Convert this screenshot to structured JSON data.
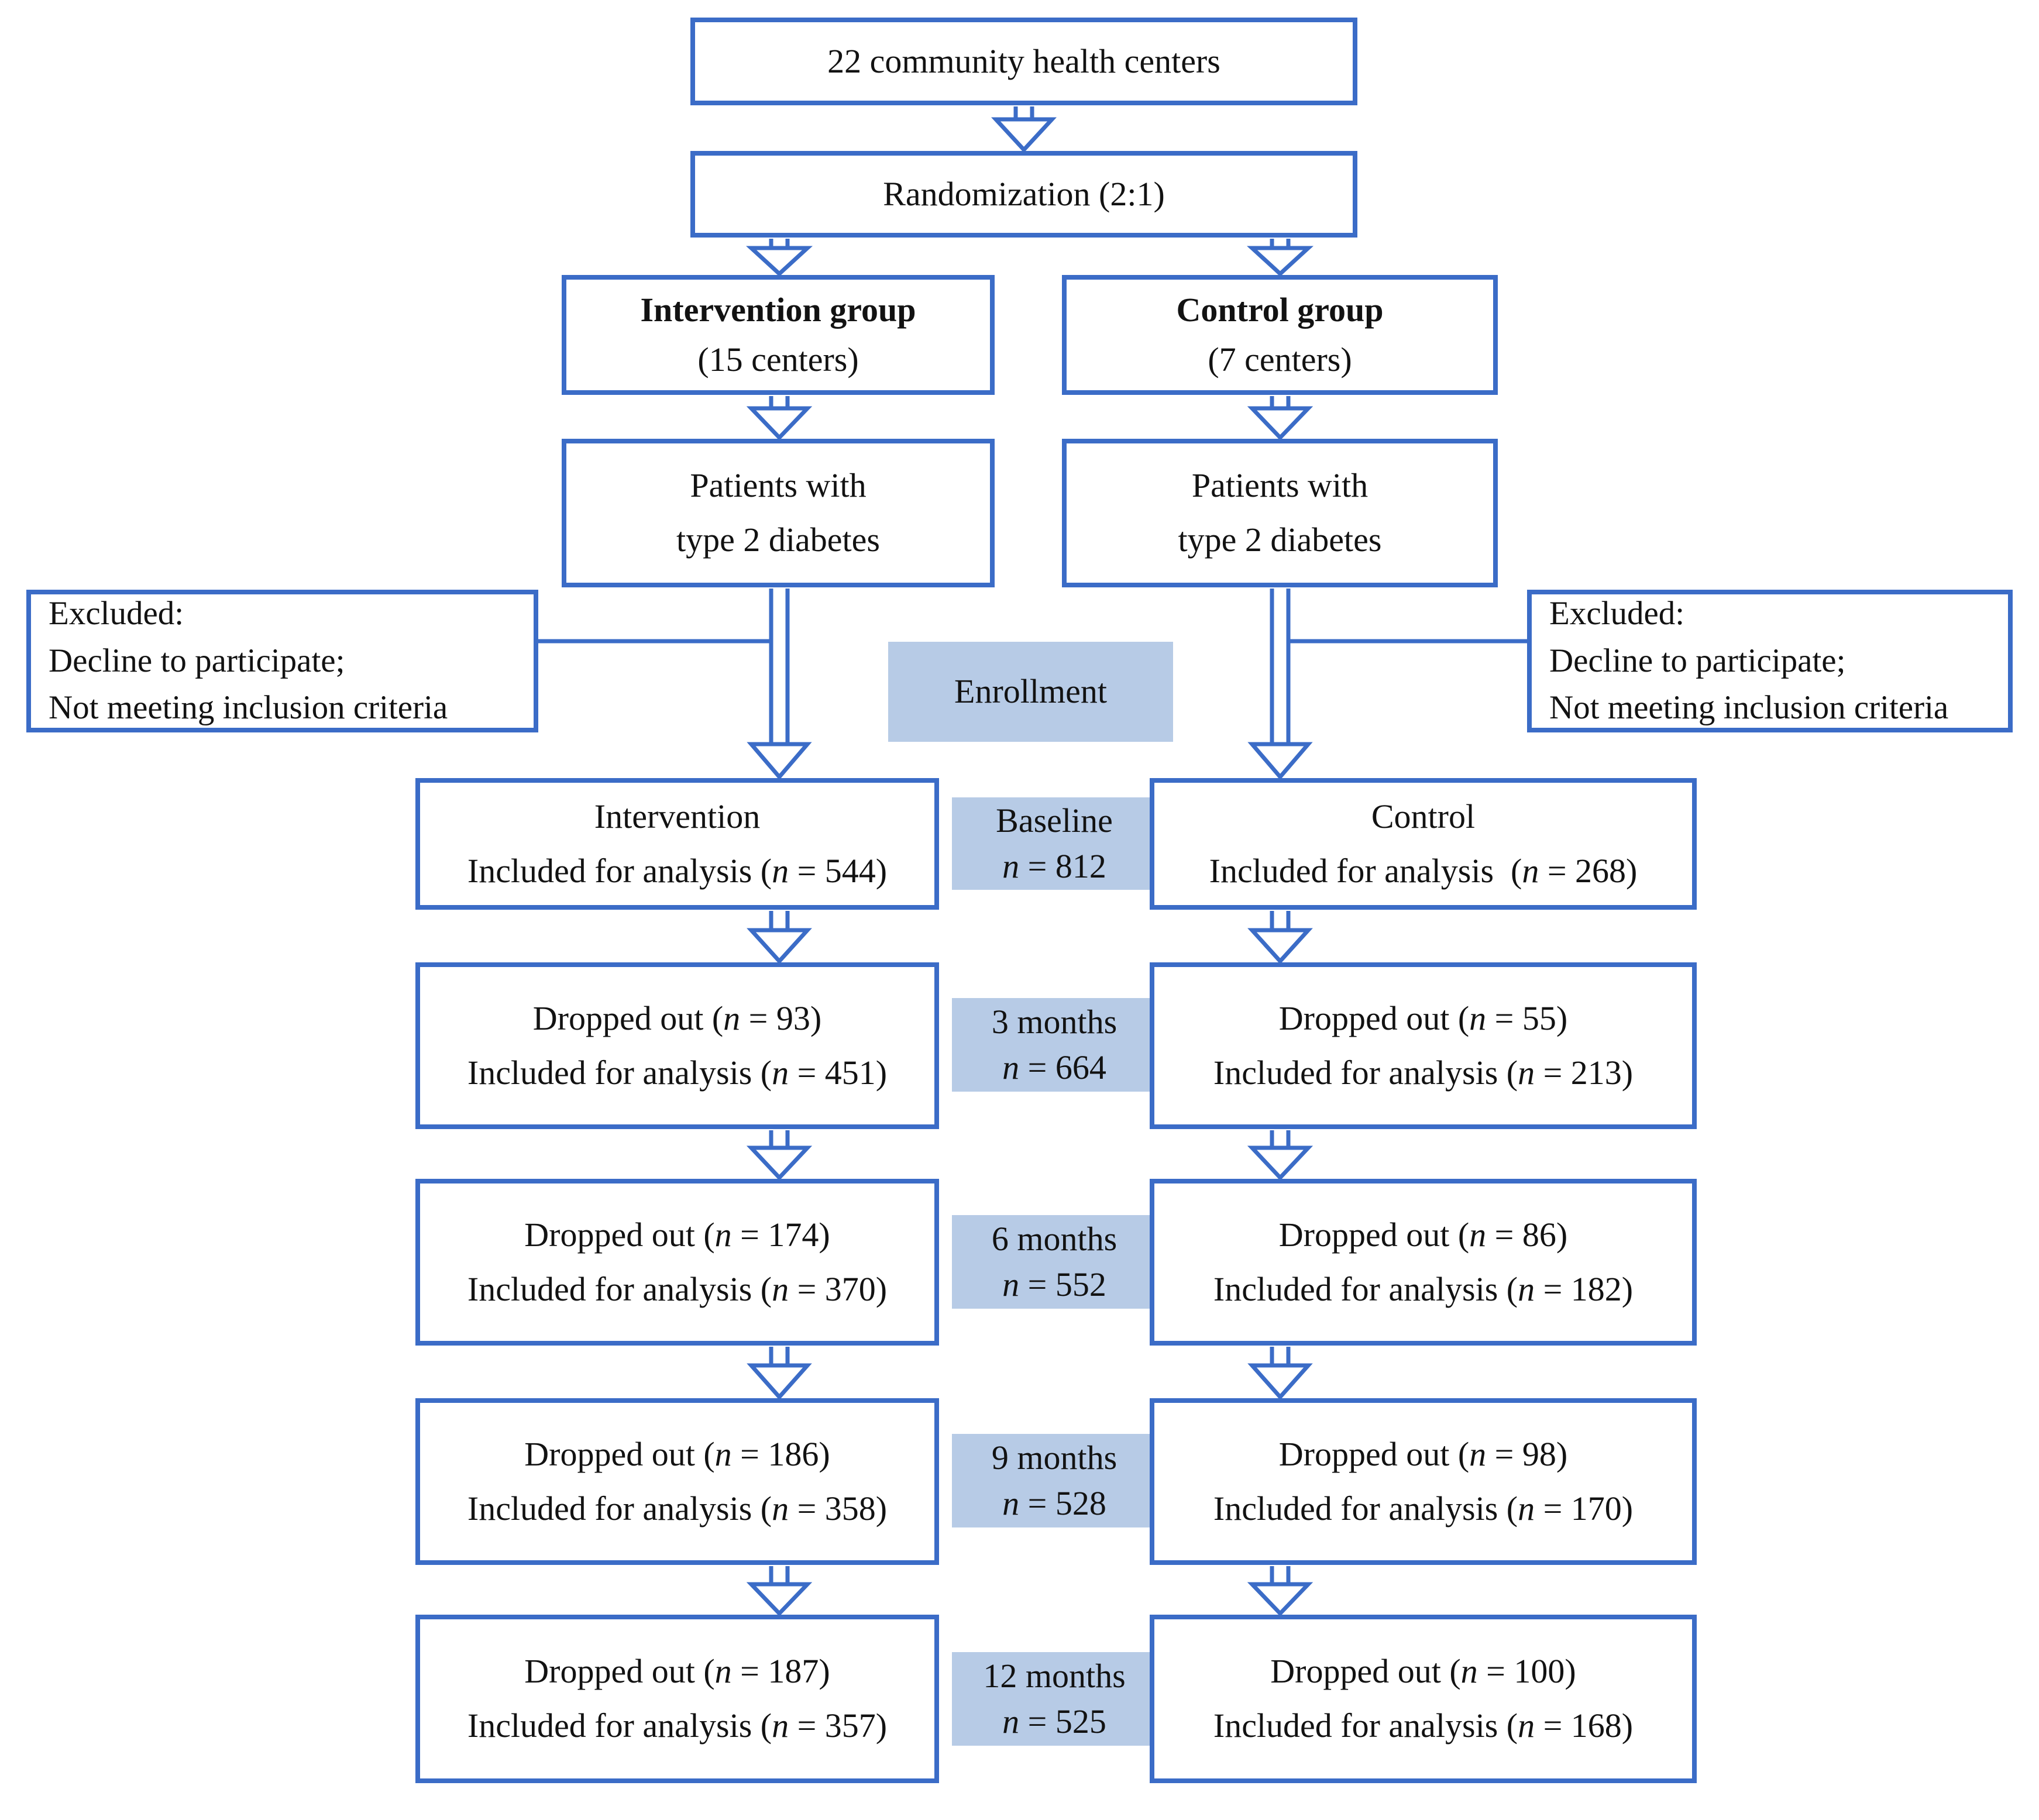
{
  "diagram": {
    "title_box": "22 community health centers",
    "randomization_box": "Randomization (2:1)",
    "intervention": {
      "title": "Intervention group",
      "centers": "(15 centers)",
      "patients_line1": "Patients with",
      "patients_line2": "type 2 diabetes"
    },
    "control": {
      "title": "Control group",
      "centers": "(7 centers)",
      "patients_line1": "Patients with",
      "patients_line2": "type 2 diabetes"
    },
    "excluded_left": {
      "line1": "Excluded:",
      "line2": "Decline to participate;",
      "line3": "Not meeting inclusion criteria"
    },
    "excluded_right": {
      "line1": "Excluded:",
      "line2": "Decline to participate;",
      "line3": "Not meeting inclusion criteria"
    },
    "enrollment_label": "Enrollment",
    "rows": [
      {
        "stage": "Baseline",
        "total": "n = 812",
        "left_line1": "Intervention",
        "left_line2": "Included for analysis (n = 544)",
        "right_line1": "Control",
        "right_line2": "Included for analysis  (n = 268)"
      },
      {
        "stage": "3 months",
        "total": "n = 664",
        "left_line1": "Dropped out (n = 93)",
        "left_line2": "Included for analysis (n = 451)",
        "right_line1": "Dropped out (n = 55)",
        "right_line2": "Included for analysis (n = 213)"
      },
      {
        "stage": "6 months",
        "total": "n = 552",
        "left_line1": "Dropped out (n = 174)",
        "left_line2": "Included for analysis (n = 370)",
        "right_line1": "Dropped out (n = 86)",
        "right_line2": "Included for analysis (n = 182)"
      },
      {
        "stage": "9 months",
        "total": "n = 528",
        "left_line1": "Dropped out (n = 186)",
        "left_line2": "Included for analysis (n = 358)",
        "right_line1": "Dropped out (n = 98)",
        "right_line2": "Included for analysis (n = 170)"
      },
      {
        "stage": "12 months",
        "total": "n = 525",
        "left_line1": "Dropped out (n = 187)",
        "left_line2": "Included for analysis (n = 357)",
        "right_line1": "Dropped out (n = 100)",
        "right_line2": "Included for analysis (n = 168)"
      }
    ],
    "colors": {
      "box_border": "#3b6cc7",
      "arrow": "#3b6cc7",
      "label_background": "#b7cbe6",
      "text": "#121212"
    }
  }
}
